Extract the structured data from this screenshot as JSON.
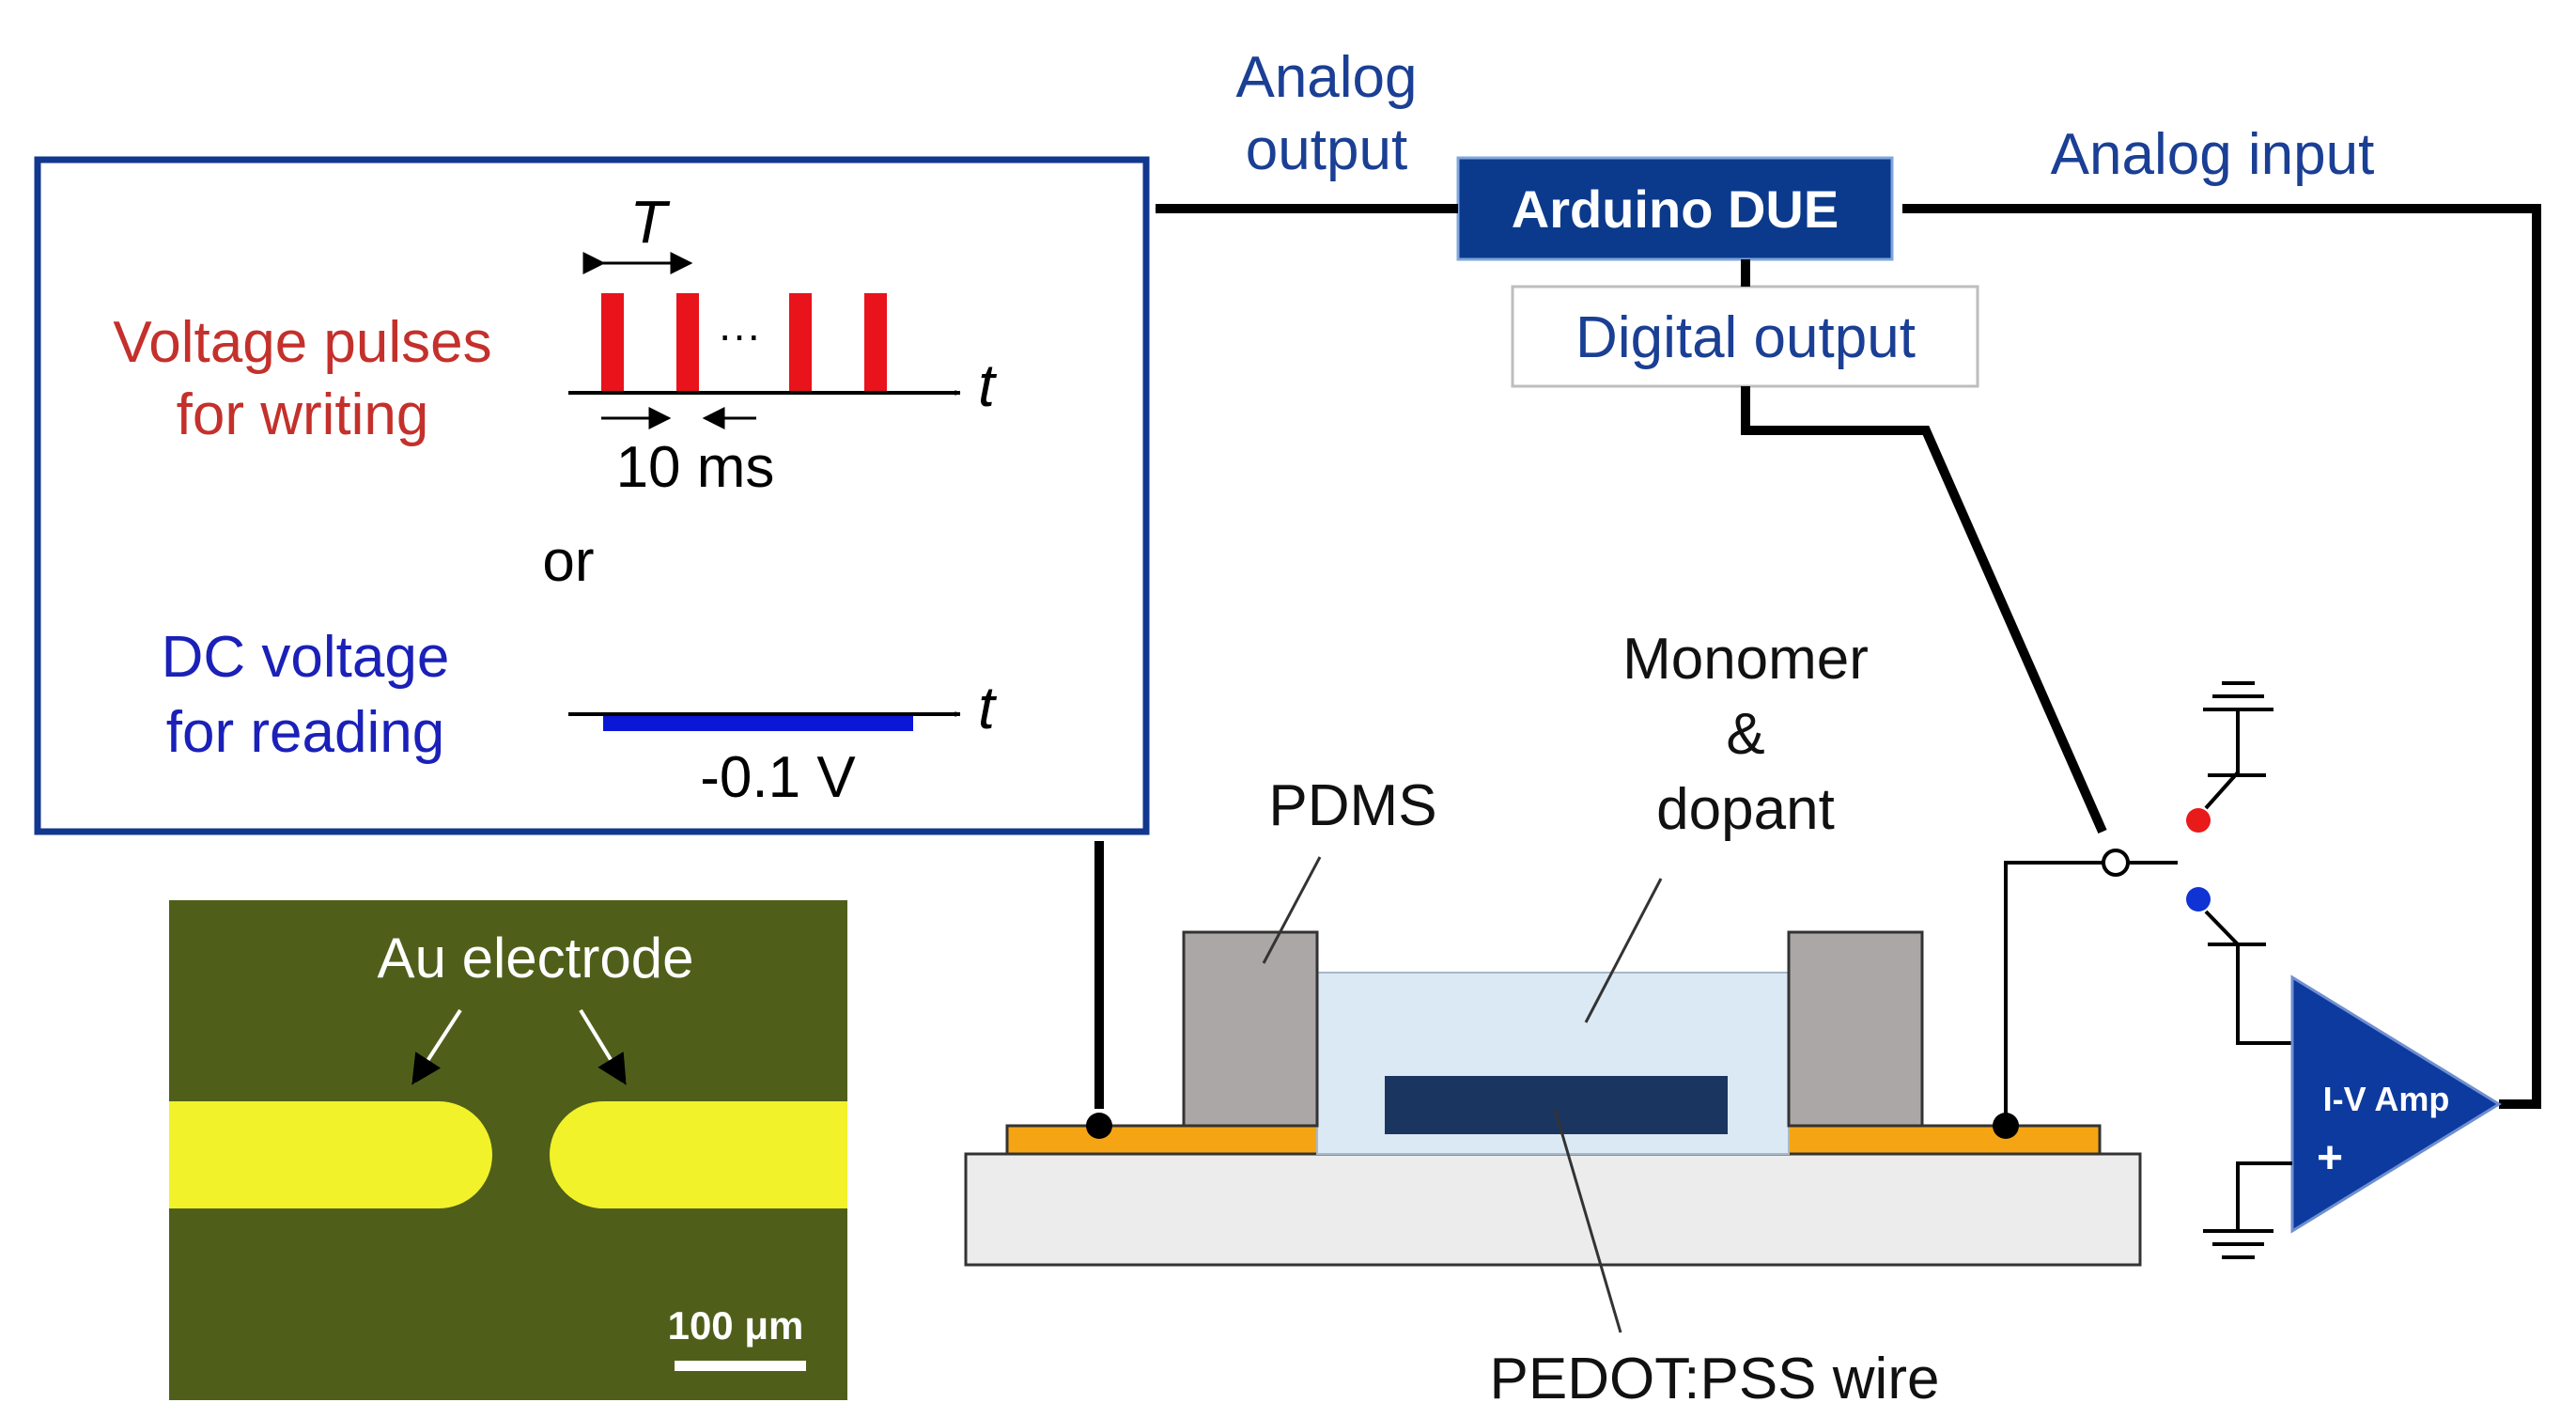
{
  "controller": {
    "label": "Arduino DUE",
    "fill": "#0b3a8c",
    "text_color": "#ffffff"
  },
  "signals": {
    "analog_output_line1": "Analog",
    "analog_output_line2": "output",
    "analog_input": "Analog input",
    "digital_output": "Digital output"
  },
  "waveform_panel": {
    "pulses_line1": "Voltage pulses",
    "pulses_line2": "for writing",
    "period_label": "T",
    "ellipsis": "···",
    "pulse_width": "10 ms",
    "time_axis": "t",
    "or_label": "or",
    "dc_line1": "DC voltage",
    "dc_line2": "for reading",
    "dc_value": "-0.1 V",
    "pulse_color": "#e8131b",
    "dc_color": "#0a17d6",
    "pulse_label_color": "#c4302b",
    "dc_label_color": "#1a20b8",
    "border_color": "#12378f"
  },
  "micrograph": {
    "electrode_label": "Au electrode",
    "scale_bar": "100 μm",
    "background": "#4f5f1a",
    "electrode_color": "#f1f22a"
  },
  "device": {
    "pdms_label": "PDMS",
    "monomer_line1": "Monomer",
    "monomer_line2": "&",
    "monomer_line3": "dopant",
    "wire_label": "PEDOT:PSS wire",
    "pdms_color": "#aaa7a6",
    "electrode_color": "#f5a514",
    "solution_color": "#dbe9f5",
    "wire_color": "#1b3561",
    "substrate_color": "#ececec"
  },
  "amplifier": {
    "label": "I-V Amp",
    "plus": "+",
    "fill": "#0d3a9e",
    "red_terminal": "#e81a1a",
    "blue_terminal": "#1033d4"
  },
  "text_blue": "#1a3f94"
}
